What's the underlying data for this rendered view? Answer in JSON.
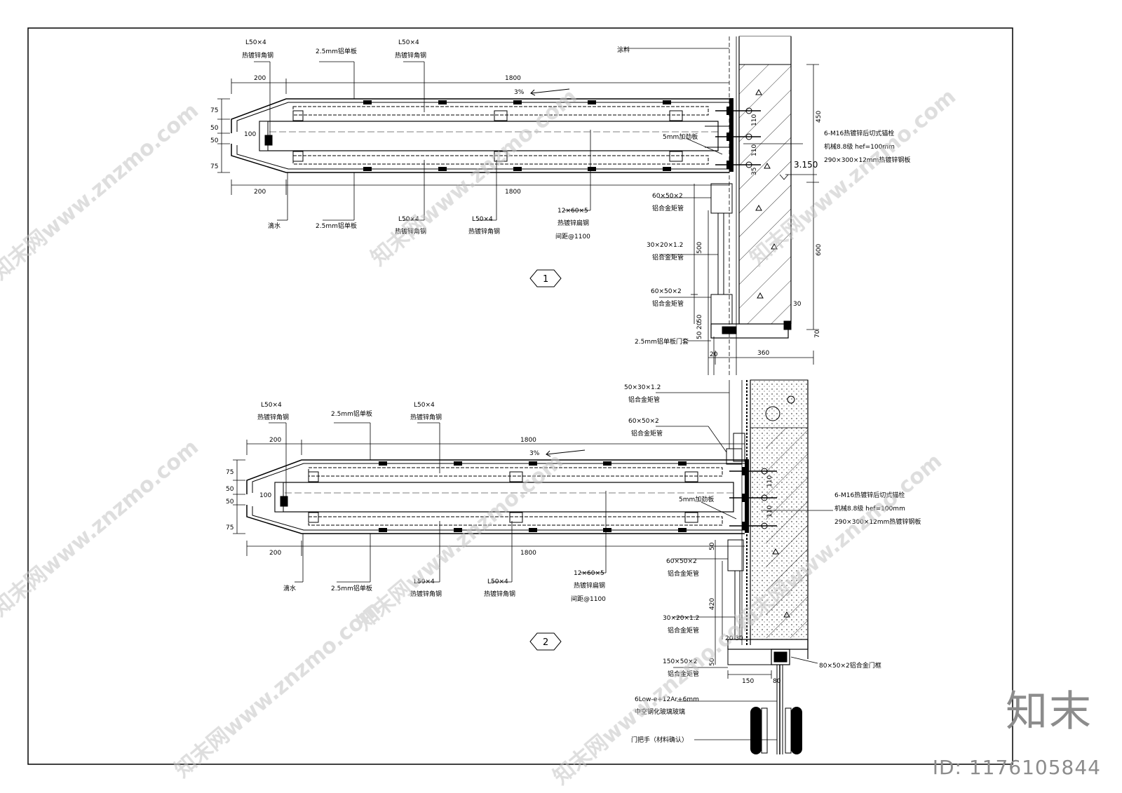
{
  "detail1": {
    "label_L50_top_left": "L50×4",
    "label_L50_top_left_sub": "热镀锌角钢",
    "label_panel_top": "2.5mm铝单板",
    "label_L50_top_mid": "L50×4",
    "label_L50_top_mid_sub": "热镀锌角钢",
    "label_coating": "涂料",
    "dim_200_top": "200",
    "dim_1800_top": "1800",
    "slope": "3%",
    "dim_75_a": "75",
    "dim_50_a": "50",
    "dim_50_b": "50",
    "dim_75_b": "75",
    "dim_100": "100",
    "dim_200_bot": "200",
    "dim_1800_bot": "1800",
    "label_drip": "滴水",
    "label_panel_bot": "2.5mm铝单板",
    "label_L50_bot_a": "L50×4",
    "label_L50_bot_a_sub": "热镀锌角钢",
    "label_L50_bot_b": "L50×4",
    "label_L50_bot_b_sub": "热镀锌角钢",
    "label_flat": "12×60×5",
    "label_flat_sub": "热镀锌扁钢",
    "label_flat_spacing": "间距@1100",
    "label_stiffener": "5mm加劲板",
    "anchor_line1": "6-M16热镀锌后切式锚栓",
    "anchor_line2": "机械8.8级 hef=100mm",
    "anchor_line3": "290×300×12mm热镀锌钢板",
    "elev": "3.150",
    "dim_450": "450",
    "dim_600": "600",
    "dim_110_a": "110",
    "dim_110_b": "110",
    "dim_35": "35",
    "label_tube_60_a": "60×50×2",
    "label_tube_60_a_sub": "铝合金矩管",
    "label_tube_30": "30×20×1.2",
    "label_tube_30_sub": "铝合金矩管",
    "dim_500": "500",
    "label_tube_60_b": "60×50×2",
    "label_tube_60_b_sub": "铝合金矩管",
    "label_door_cover": "2.5mm铝单板门套",
    "dim_50_c": "50",
    "dim_20_a": "20",
    "dim_50_d": "50",
    "dim_20_b": "20",
    "dim_360": "360",
    "dim_70": "70",
    "dim_30": "30",
    "detail_number": "1"
  },
  "detail2": {
    "label_L50_top_left": "L50×4",
    "label_L50_top_left_sub": "热镀锌角钢",
    "label_panel_top": "2.5mm铝单板",
    "label_L50_top_mid": "L50×4",
    "label_L50_top_mid_sub": "热镀锌角钢",
    "label_tube_50": "50×30×1.2",
    "label_tube_50_sub": "铝合金矩管",
    "label_tube_60_a": "60×50×2",
    "label_tube_60_a_sub": "铝合金矩管",
    "dim_200_top": "200",
    "dim_1800_top": "1800",
    "slope": "3%",
    "dim_75_a": "75",
    "dim_50_a": "50",
    "dim_50_b": "50",
    "dim_75_b": "75",
    "dim_100": "100",
    "dim_200_bot": "200",
    "dim_1800_bot": "1800",
    "label_drip": "滴水",
    "label_panel_bot": "2.5mm铝单板",
    "label_L50_bot_a": "L50×4",
    "label_L50_bot_a_sub": "热镀锌角钢",
    "label_L50_bot_b": "L50×4",
    "label_L50_bot_b_sub": "热镀锌角钢",
    "label_flat": "12×60×5",
    "label_flat_sub": "热镀锌扁钢",
    "label_flat_spacing": "间距@1100",
    "label_stiffener": "5mm加劲板",
    "anchor_line1": "6-M16热镀锌后切式锚栓",
    "anchor_line2": "机械8.8级 hef=100mm",
    "anchor_line3": "290×300×12mm热镀锌钢板",
    "dim_110_a": "110",
    "dim_110_b": "110",
    "dim_50_c": "50",
    "label_tube_60_b": "60×50×2",
    "label_tube_60_b_sub": "铝合金矩管",
    "dim_420": "420",
    "label_tube_30": "30×20×1.2",
    "label_tube_30_sub": "铝合金矩管",
    "dim_20_30": "20 30",
    "label_tube_150": "150×50×2",
    "label_tube_150_sub": "铝合金矩管",
    "dim_50_d": "50",
    "dim_150": "150",
    "dim_80": "80",
    "label_door_frame": "80×50×2铝合金门框",
    "label_glass_1": "6Low-e+12Ar+6mm",
    "label_glass_2": "中空钢化玻璃玻璃",
    "label_handle": "门把手（材料确认）",
    "detail_number": "2"
  },
  "watermark": {
    "site": "知末网www.znzmo.com",
    "brand": "知末",
    "id": "ID: 1176105844"
  }
}
